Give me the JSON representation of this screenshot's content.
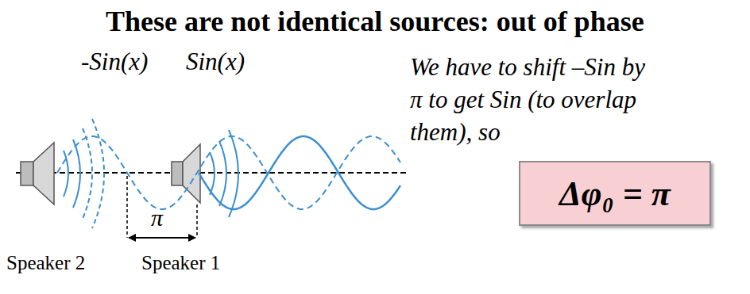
{
  "diagram": {
    "title": "These are not identical sources: out of phase",
    "nodes": [
      {
        "text": [
          "Δφ₀ = π"
        ]
      }
    ],
    "labels": [
      "-Sin(x)",
      "Sin(x)",
      "We have to shift –Sin by π to get Sin (to overlap them), so",
      "π",
      "Speaker 2",
      "Speaker 1"
    ]
  }
}
